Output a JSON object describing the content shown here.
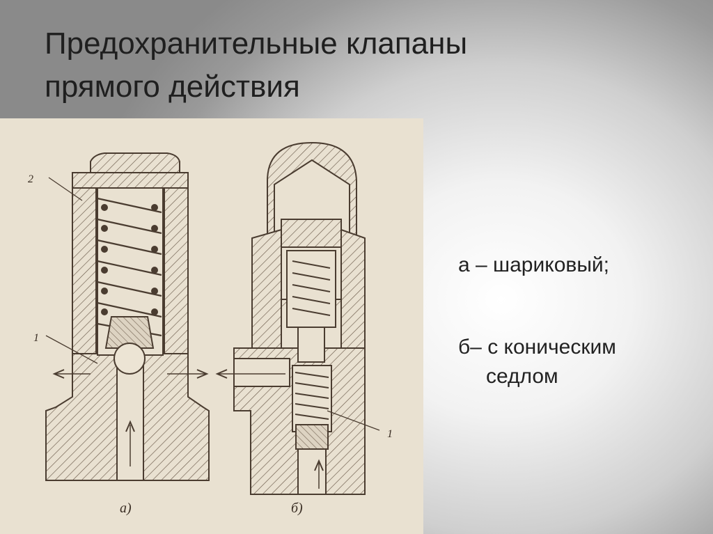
{
  "slide": {
    "title_line1": "Предохранительные клапаны",
    "title_line2": "прямого действия"
  },
  "figure": {
    "label_a": "а)",
    "label_b": "б)",
    "callout_1_left": "1",
    "callout_2_left": "2",
    "callout_1_right": "1"
  },
  "legend": {
    "item_a": "а – шариковый;",
    "item_b_line1": "б– с коническим",
    "item_b_line2": "седлом"
  }
}
